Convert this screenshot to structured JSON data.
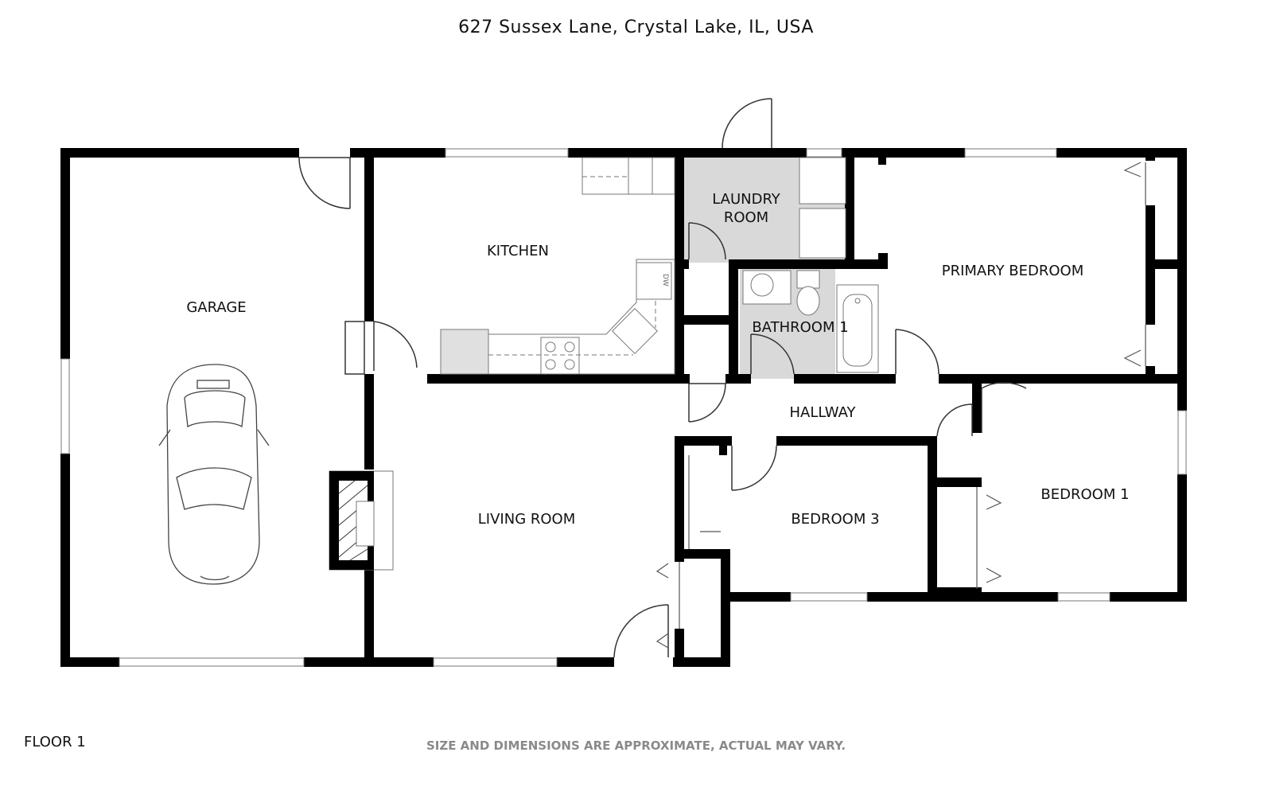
{
  "title": "627 Sussex Lane, Crystal Lake, IL, USA",
  "floor_label": "FLOOR 1",
  "disclaimer": "SIZE AND DIMENSIONS ARE APPROXIMATE, ACTUAL MAY VARY.",
  "rooms": {
    "garage": "GARAGE",
    "kitchen": "KITCHEN",
    "laundry_line1": "LAUNDRY",
    "laundry_line2": "ROOM",
    "primary_bedroom": "PRIMARY BEDROOM",
    "bathroom": "BATHROOM 1",
    "hallway": "HALLWAY",
    "living_room": "LIVING ROOM",
    "bedroom3": "BEDROOM 3",
    "bedroom1": "BEDROOM 1"
  },
  "appliance_labels": {
    "dishwasher": "DW"
  },
  "colors": {
    "wall": "#000000",
    "laundry_fill": "#d9d9d9",
    "bath_fill": "#d9d9d9",
    "fixture": "#888888"
  }
}
